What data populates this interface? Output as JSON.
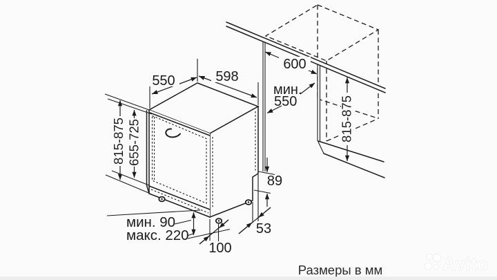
{
  "drawing": {
    "labels": {
      "width_top": "550",
      "width_front": "598",
      "counter_depth": "600",
      "niche_depth_line1": "мин.",
      "niche_depth_line2": "550",
      "niche_height_left": "815-875",
      "door_height": "655-725",
      "niche_height_right": "815-875",
      "rear_clearance_height": "89",
      "rear_clearance_depth": "53",
      "foot_offset": "100",
      "plinth_min": "мин. 90",
      "plinth_max": "макс. 220"
    },
    "caption": "Размеры в мм",
    "watermark": "Avito",
    "line_color": "#1c1c1c",
    "background": "#fbfbfb"
  }
}
